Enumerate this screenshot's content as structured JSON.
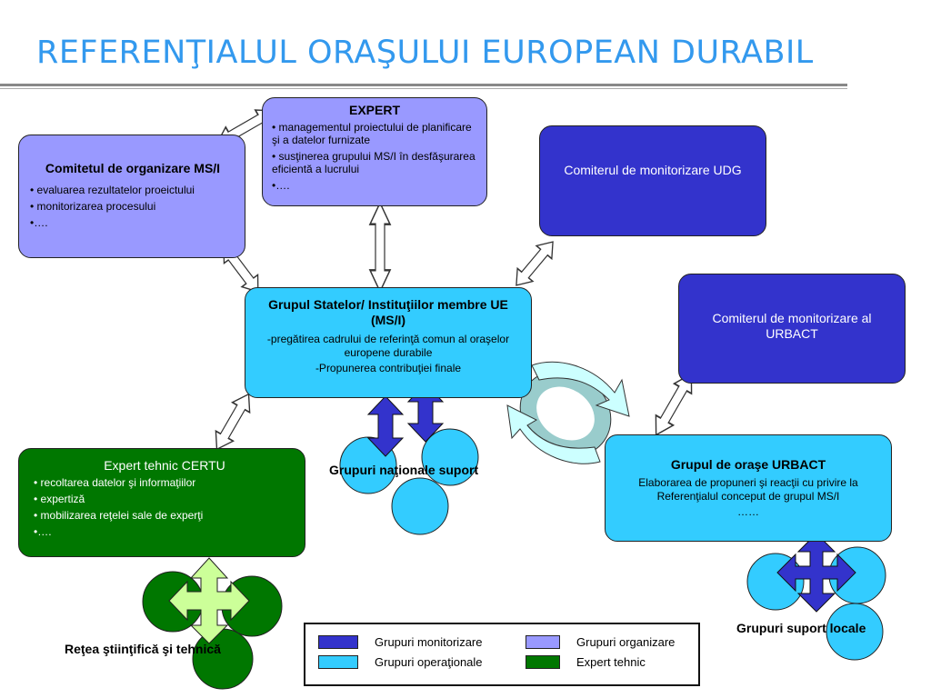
{
  "title": "REFERENŢIALUL ORAŞULUI EUROPEAN  DURABIL",
  "colors": {
    "organizare": "#9999ff",
    "monitorizare": "#3333cc",
    "operationale": "#33ccff",
    "expert_tehnic": "#007700",
    "title": "#3399ee"
  },
  "expert": {
    "title": "EXPERT",
    "items": [
      "• managementul proiectului de planificare şi a datelor furnizate",
      "• susţinerea grupului MS/I în desfăşurarea eficientă a lucrului",
      "•…."
    ]
  },
  "comitet_organizare": {
    "title": "Comitetul de organizare MS/I",
    "items": [
      "• evaluarea rezultatelor proeictului",
      "• monitorizarea procesului",
      "•…."
    ]
  },
  "comitet_udg": {
    "title": "Comiterul de monitorizare UDG"
  },
  "comitet_urbact": {
    "title": "Comiterul de monitorizare al URBACT"
  },
  "grup_state": {
    "title": "Grupul Statelor/ Instituţiilor membre UE (MS/I)",
    "lines": [
      "-pregătirea cadrului de referinţă comun al oraşelor europene durabile",
      "-Propunerea contribuţiei finale"
    ]
  },
  "certu": {
    "title": "Expert tehnic CERTU",
    "items": [
      "• recoltarea datelor şi informaţiilor",
      "• expertiză",
      "• mobilizarea reţelei sale de experţi",
      "•…."
    ]
  },
  "urbact_group": {
    "title": "Grupul de oraşe URBACT",
    "lines": [
      "Elaborarea de propuneri şi reacţii cu privire la Referenţialul conceput de grupul MS/I",
      "……"
    ]
  },
  "labels": {
    "grupuri_nationale": "Grupuri naţionale suport",
    "grupuri_locale": "Grupuri suport locale",
    "retea": "Reţea ştiinţifică şi tehnică"
  },
  "legend": {
    "monitorizare": "Grupuri monitorizare",
    "organizare": "Grupuri organizare",
    "operationale": "Grupuri operaţionale",
    "expert_tehnic": "Expert tehnic"
  }
}
